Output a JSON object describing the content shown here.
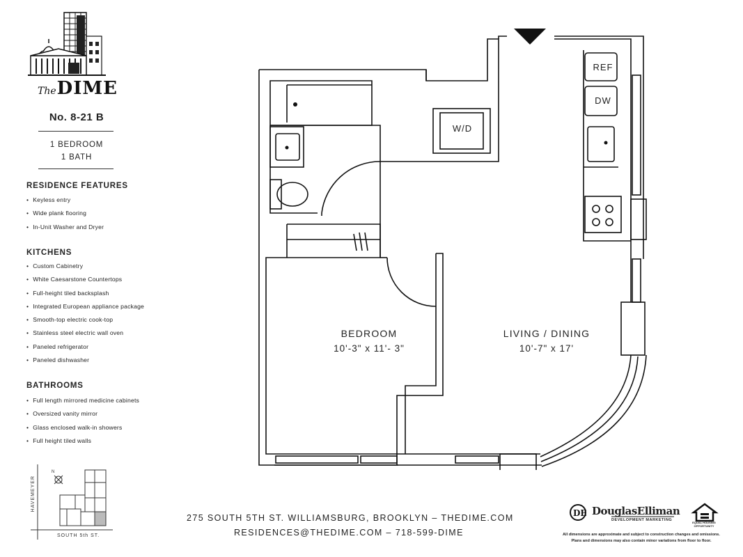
{
  "brand": {
    "logo_the": "The",
    "logo_word": "DIME"
  },
  "unit": {
    "number": "No. 8-21 B",
    "bedrooms": "1 BEDROOM",
    "baths": "1 BATH"
  },
  "sections": [
    {
      "title": "RESIDENCE FEATURES",
      "items": [
        "Keyless entry",
        "Wide plank flooring",
        "In-Unit Washer and Dryer"
      ]
    },
    {
      "title": "KITCHENS",
      "items": [
        "Custom Cabinetry",
        "White Caesarstone Countertops",
        "Full-height tiled backsplash",
        "Integrated European appliance package",
        "Smooth-top electric cook-top",
        "Stainless steel electric wall oven",
        "Paneled refrigerator",
        "Paneled dishwasher"
      ]
    },
    {
      "title": "BATHROOMS",
      "items": [
        "Full length mirrored medicine cabinets",
        "Oversized vanity mirror",
        "Glass enclosed walk-in showers",
        "Full height tiled walls"
      ]
    }
  ],
  "keymap": {
    "street_vertical": "HAVEMEYER",
    "street_horizontal": "SOUTH 5th ST."
  },
  "floorplan": {
    "rooms": [
      {
        "name": "BEDROOM",
        "dimensions": "10'-3\" x 11'- 3\""
      },
      {
        "name": "LIVING / DINING",
        "dimensions": "10'-7\" x 17'"
      }
    ],
    "fixtures": {
      "refrigerator": "REF",
      "dishwasher": "DW",
      "washer_dryer": "W/D"
    }
  },
  "footer": {
    "address": "275 SOUTH 5TH ST. WILLIAMSBURG, BROOKLYN – THEDIME.COM",
    "contact": "RESIDENCES@THEDIME.COM – 718-599-DIME",
    "broker_name": "DouglasElliman",
    "broker_sub": "DEVELOPMENT MARKETING",
    "eho_text": "EQUAL HOUSING OPPORTUNITY",
    "disclaimer_1": "All dimensions are approximate and subject to construction changes and omissions.",
    "disclaimer_2": "Plans and dimensions may also contain minor variations from floor to floor."
  }
}
